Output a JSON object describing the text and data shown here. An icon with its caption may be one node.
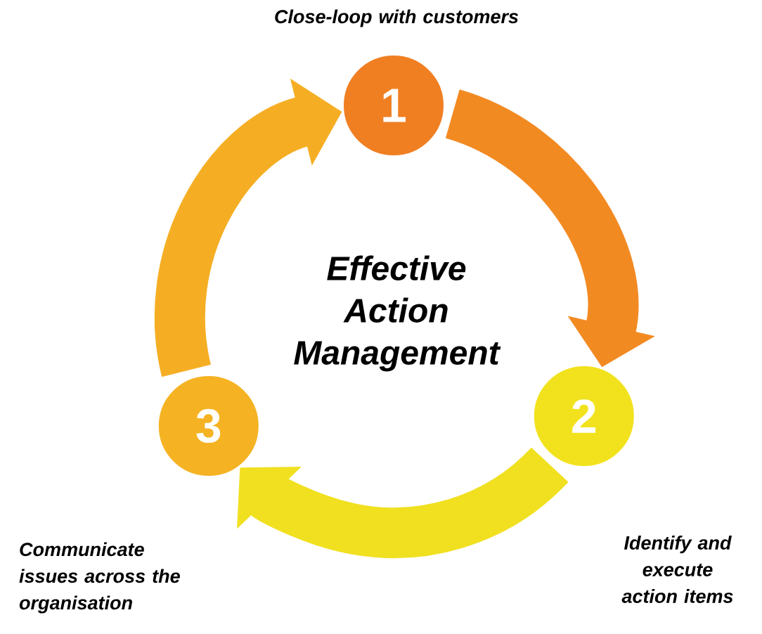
{
  "diagram": {
    "nodes": [
      {
        "text": [
          "Effective Action Management"
        ]
      },
      {
        "text": [
          "1"
        ],
        "beside": [
          "Close-loop with customers"
        ]
      },
      {
        "text": [
          "2"
        ],
        "beside": [
          "Identify and execute action items"
        ]
      },
      {
        "text": [
          "3"
        ],
        "beside": [
          "Communicate issues across the organisation"
        ]
      }
    ],
    "edges": [
      {
        "from": 1,
        "to": 2,
        "arrow": "to",
        "color": "#f28a22"
      },
      {
        "from": 2,
        "to": 3,
        "arrow": "to",
        "color": "#f0e020"
      },
      {
        "from": 3,
        "to": 1,
        "arrow": "to",
        "color": "#f5ae24"
      }
    ]
  }
}
